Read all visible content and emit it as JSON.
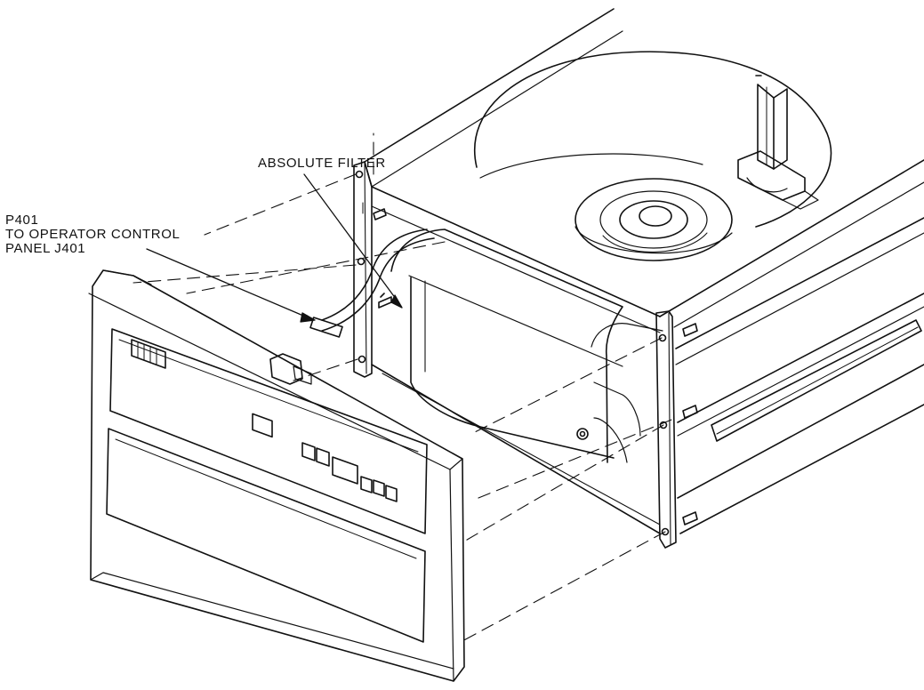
{
  "labels": {
    "absolute_filter": "ABSOLUTE FILTER",
    "connector_line1": "P401",
    "connector_line2": "TO OPERATOR CONTROL",
    "connector_line3": "PANEL J401"
  },
  "colors": {
    "ink": "#111111",
    "paper": "#ffffff"
  }
}
